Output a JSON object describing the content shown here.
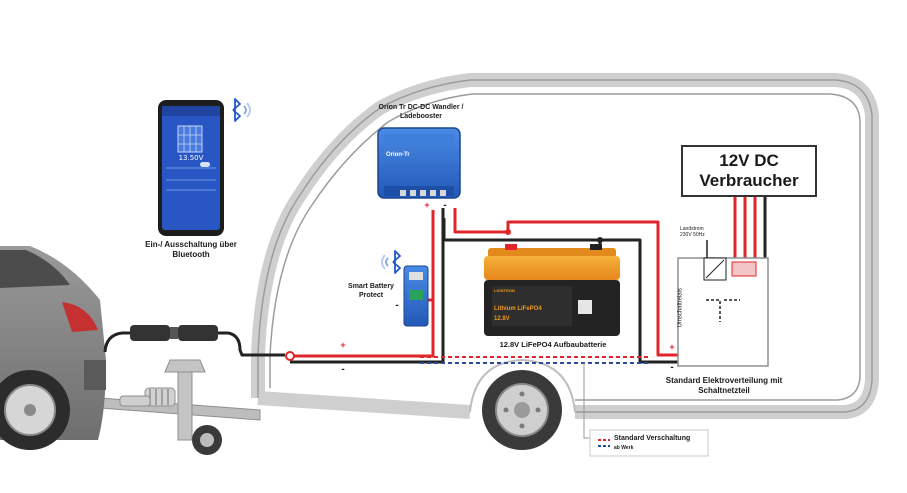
{
  "labels": {
    "orion": "Orion Tr DC-DC Wandler / Ladebooster",
    "consumers": "12V DC Verbraucher",
    "phone_caption": "Ein-/ Ausschaltung über Bluetooth",
    "smart_battery_protect": "Smart Battery Protect",
    "battery_caption": "12.8V LiFePO4 Aufbaubatterie",
    "distribution": "Standard Elektroverteilung mit Schaltnetzteil",
    "landstrom": "Landstrom 230V 50Hz",
    "umschaltrelais": "Umschaltrelais",
    "legend_title": "Standard Verschaltung",
    "legend_sub": "ab Werk"
  },
  "phone": {
    "voltage": "13.50V"
  },
  "orion_device": {
    "model": "Orion-Tr"
  },
  "battery_device": {
    "brand": "LIONTRON",
    "name": "Lithium LiFePO4",
    "voltage": "12.8V"
  },
  "symbols": {
    "plus": "+",
    "minus": "-"
  },
  "colors": {
    "positive_wire": "#e0262b",
    "negative_wire": "#222222",
    "victron_blue": "#2f6fd6",
    "battery_orange": "#f29a1f"
  },
  "icons": [
    "bluetooth-icon",
    "bluetooth-icon"
  ]
}
